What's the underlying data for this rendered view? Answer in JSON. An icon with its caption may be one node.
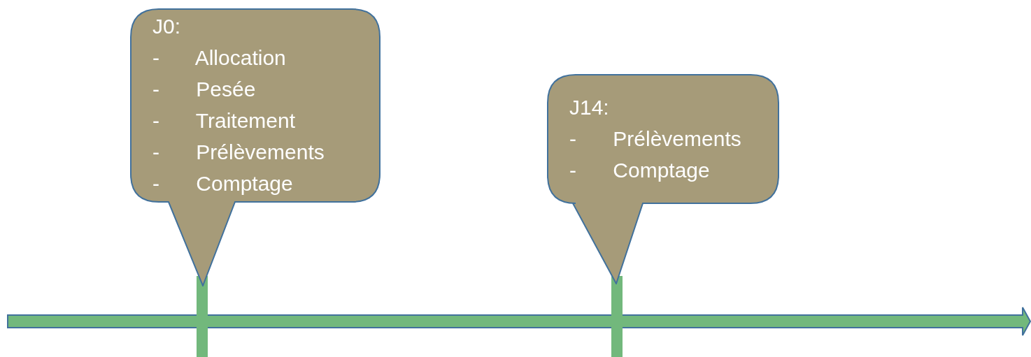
{
  "diagram": {
    "nodes": [
      {
        "text": [
          "J0:",
          "- Allocation",
          "- Pesée",
          "- Traitement",
          "- Prélèvements",
          "- Comptage"
        ]
      },
      {
        "text": [
          "J14:",
          "- Prélèvements",
          "- Comptage"
        ]
      }
    ]
  }
}
